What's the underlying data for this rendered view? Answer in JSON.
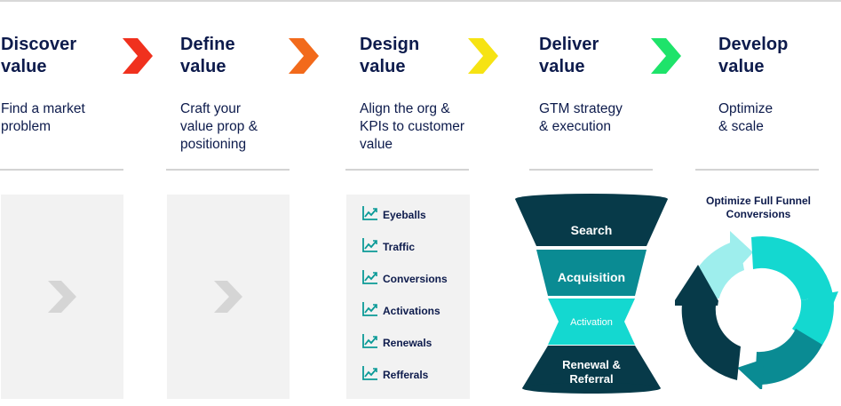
{
  "stages": [
    {
      "title_line1": "Discover",
      "title_line2": "value",
      "desc_lines": [
        "Find a market",
        "problem"
      ],
      "arrow_color": "#f0311e"
    },
    {
      "title_line1": "Define",
      "title_line2": "value",
      "desc_lines": [
        "Craft your",
        "value prop &",
        "positioning"
      ],
      "arrow_color": "#f26a1b"
    },
    {
      "title_line1": "Design",
      "title_line2": "value",
      "desc_lines": [
        "Align the org &",
        "KPIs to customer",
        "value"
      ],
      "arrow_color": "#f6e313"
    },
    {
      "title_line1": "Deliver",
      "title_line2": "value",
      "desc_lines": [
        "GTM strategy",
        "& execution"
      ],
      "arrow_color": "#1ee36a"
    },
    {
      "title_line1": "Develop",
      "title_line2": "value",
      "desc_lines": [
        "Optimize",
        "& scale"
      ]
    }
  ],
  "kpis": [
    {
      "label": "Eyeballs",
      "icon": "trend-chart-icon"
    },
    {
      "label": "Traffic",
      "icon": "trend-chart-icon"
    },
    {
      "label": "Conversions",
      "icon": "trend-chart-icon"
    },
    {
      "label": "Activations",
      "icon": "trend-chart-icon"
    },
    {
      "label": "Renewals",
      "icon": "trend-chart-icon"
    },
    {
      "label": "Refferals",
      "icon": "trend-chart-icon"
    }
  ],
  "funnel": {
    "search": "Search",
    "acquisition": "Acquisition",
    "activation": "Activation",
    "renewal_line1": "Renewal &",
    "renewal_line2": "Referral"
  },
  "cycle": {
    "title_line1": "Optimize Full Funnel",
    "title_line2": "Conversions"
  },
  "colors": {
    "navy": "#0d1b4c",
    "dark_teal": "#073a49",
    "teal": "#0a8b93",
    "turquoise": "#14d8d0",
    "light_turquoise": "#9eeeed",
    "kpi_icon": "#0b9a97",
    "panel_gray": "#f2f2f2",
    "panel_arrow": "#d5d5d5"
  }
}
